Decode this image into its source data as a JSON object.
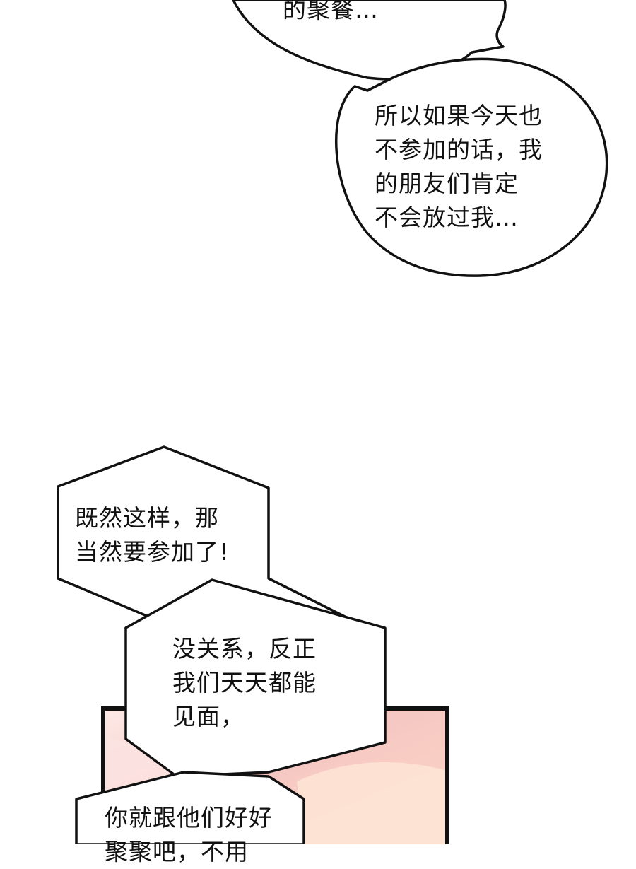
{
  "colors": {
    "bubble_fill": "#ffffff",
    "bubble_stroke": "#111111",
    "panel_frame": "#111111",
    "panel_bg_light": "#fde9e6",
    "panel_bg_pink": "#f7c9c4",
    "panel_bg_peach": "#fcd9c6"
  },
  "bubbles": [
    {
      "shape": "round",
      "lines": [
        "的聚餐…"
      ]
    },
    {
      "shape": "round",
      "lines": [
        "所以如果今天也",
        "不参加的话，我",
        "的朋友们肯定",
        "不会放过我…"
      ]
    },
    {
      "shape": "spiky",
      "lines": [
        "既然这样，那",
        "当然要参加了!"
      ]
    },
    {
      "shape": "spiky",
      "lines": [
        "没关系，反正",
        "我们天天都能",
        "见面，"
      ]
    },
    {
      "shape": "spiky",
      "lines": [
        "你就跟他们好好",
        "聚聚吧，不用"
      ]
    }
  ]
}
